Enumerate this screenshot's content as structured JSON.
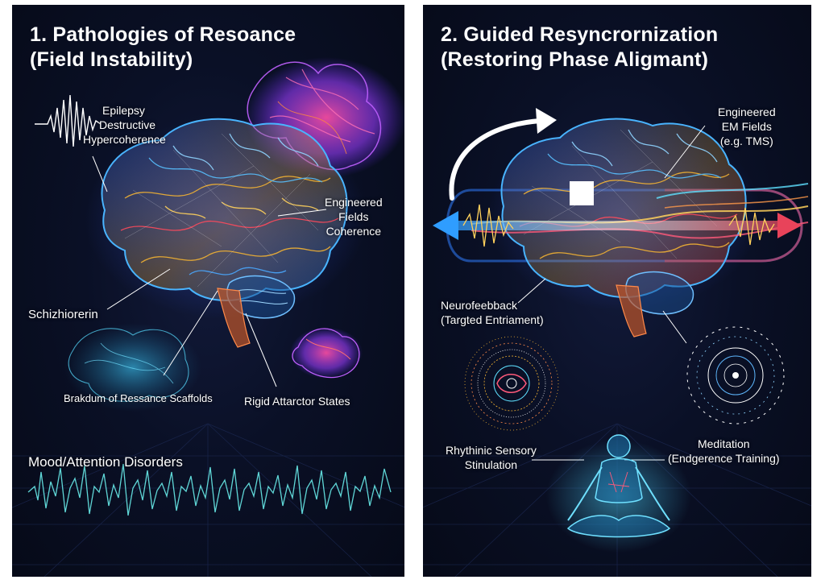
{
  "left_panel": {
    "title_line1": "1. Pathologies of Resoance",
    "title_line2": "(Field Instability)",
    "labels": {
      "epilepsy": [
        "Epilepsy",
        "Destructive",
        "Hypercoherence"
      ],
      "engineered": [
        "Engineered",
        "Fields",
        "Coherence"
      ],
      "schizo": "Schizhiorerin",
      "breakdown": "Brakdum of Ressance Scaffolds",
      "rigid": "Rigid Attarctor States",
      "mood": "Mood/Attention Disorders"
    }
  },
  "right_panel": {
    "title_line1": "2. Guided Resyncrornization",
    "title_line2": "(Restoring Phase Aligmant)",
    "labels": {
      "em_fields": [
        "Engineered",
        "EM Fields",
        "(e.g. TMS)"
      ],
      "neurofeedback": [
        "Neurofeebback",
        "(Targted Entriament)"
      ],
      "rhythmic": [
        "Rhythinic Sensory",
        "Stinulation"
      ],
      "meditation": [
        "Meditation",
        "(Endgerence Training)"
      ]
    }
  },
  "colors": {
    "background": "#0a1026",
    "brain_blue": "#3aa8ff",
    "brain_gold": "#f2b233",
    "brain_red": "#ff3b4e",
    "brain_purple": "#a64dff",
    "wave_teal": "#5fd6d6",
    "arrow_blue": "#2f9dff",
    "arrow_red": "#e8435a"
  }
}
